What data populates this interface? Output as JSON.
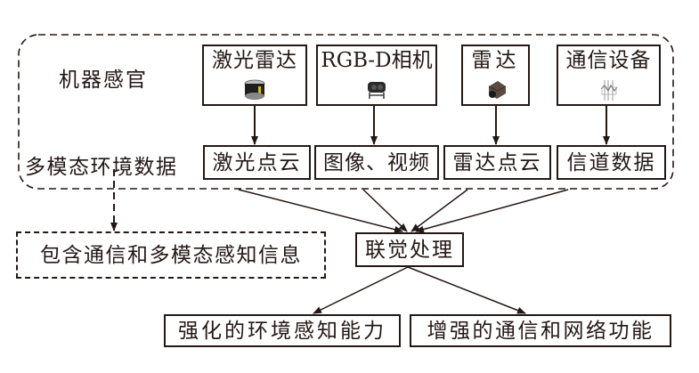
{
  "diagram": {
    "robot_senses_label": "机器感官",
    "multimodal_data_label": "多模态环境数据",
    "devices": [
      {
        "label": "激光雷达",
        "icon": "lidar-icon"
      },
      {
        "label": "RGB-D相机",
        "icon": "rgbd-camera-icon"
      },
      {
        "label": "雷达",
        "icon": "radar-icon"
      },
      {
        "label": "通信设备",
        "icon": "antenna-icon"
      }
    ],
    "data_outputs": [
      {
        "label": "激光点云"
      },
      {
        "label": "图像、视频"
      },
      {
        "label": "雷达点云"
      },
      {
        "label": "信道数据"
      }
    ],
    "info_box": "包含通信和多模态感知信息",
    "processing": "联觉处理",
    "results": [
      {
        "label": "强化的环境感知能力"
      },
      {
        "label": "增强的通信和网络功能"
      }
    ]
  }
}
